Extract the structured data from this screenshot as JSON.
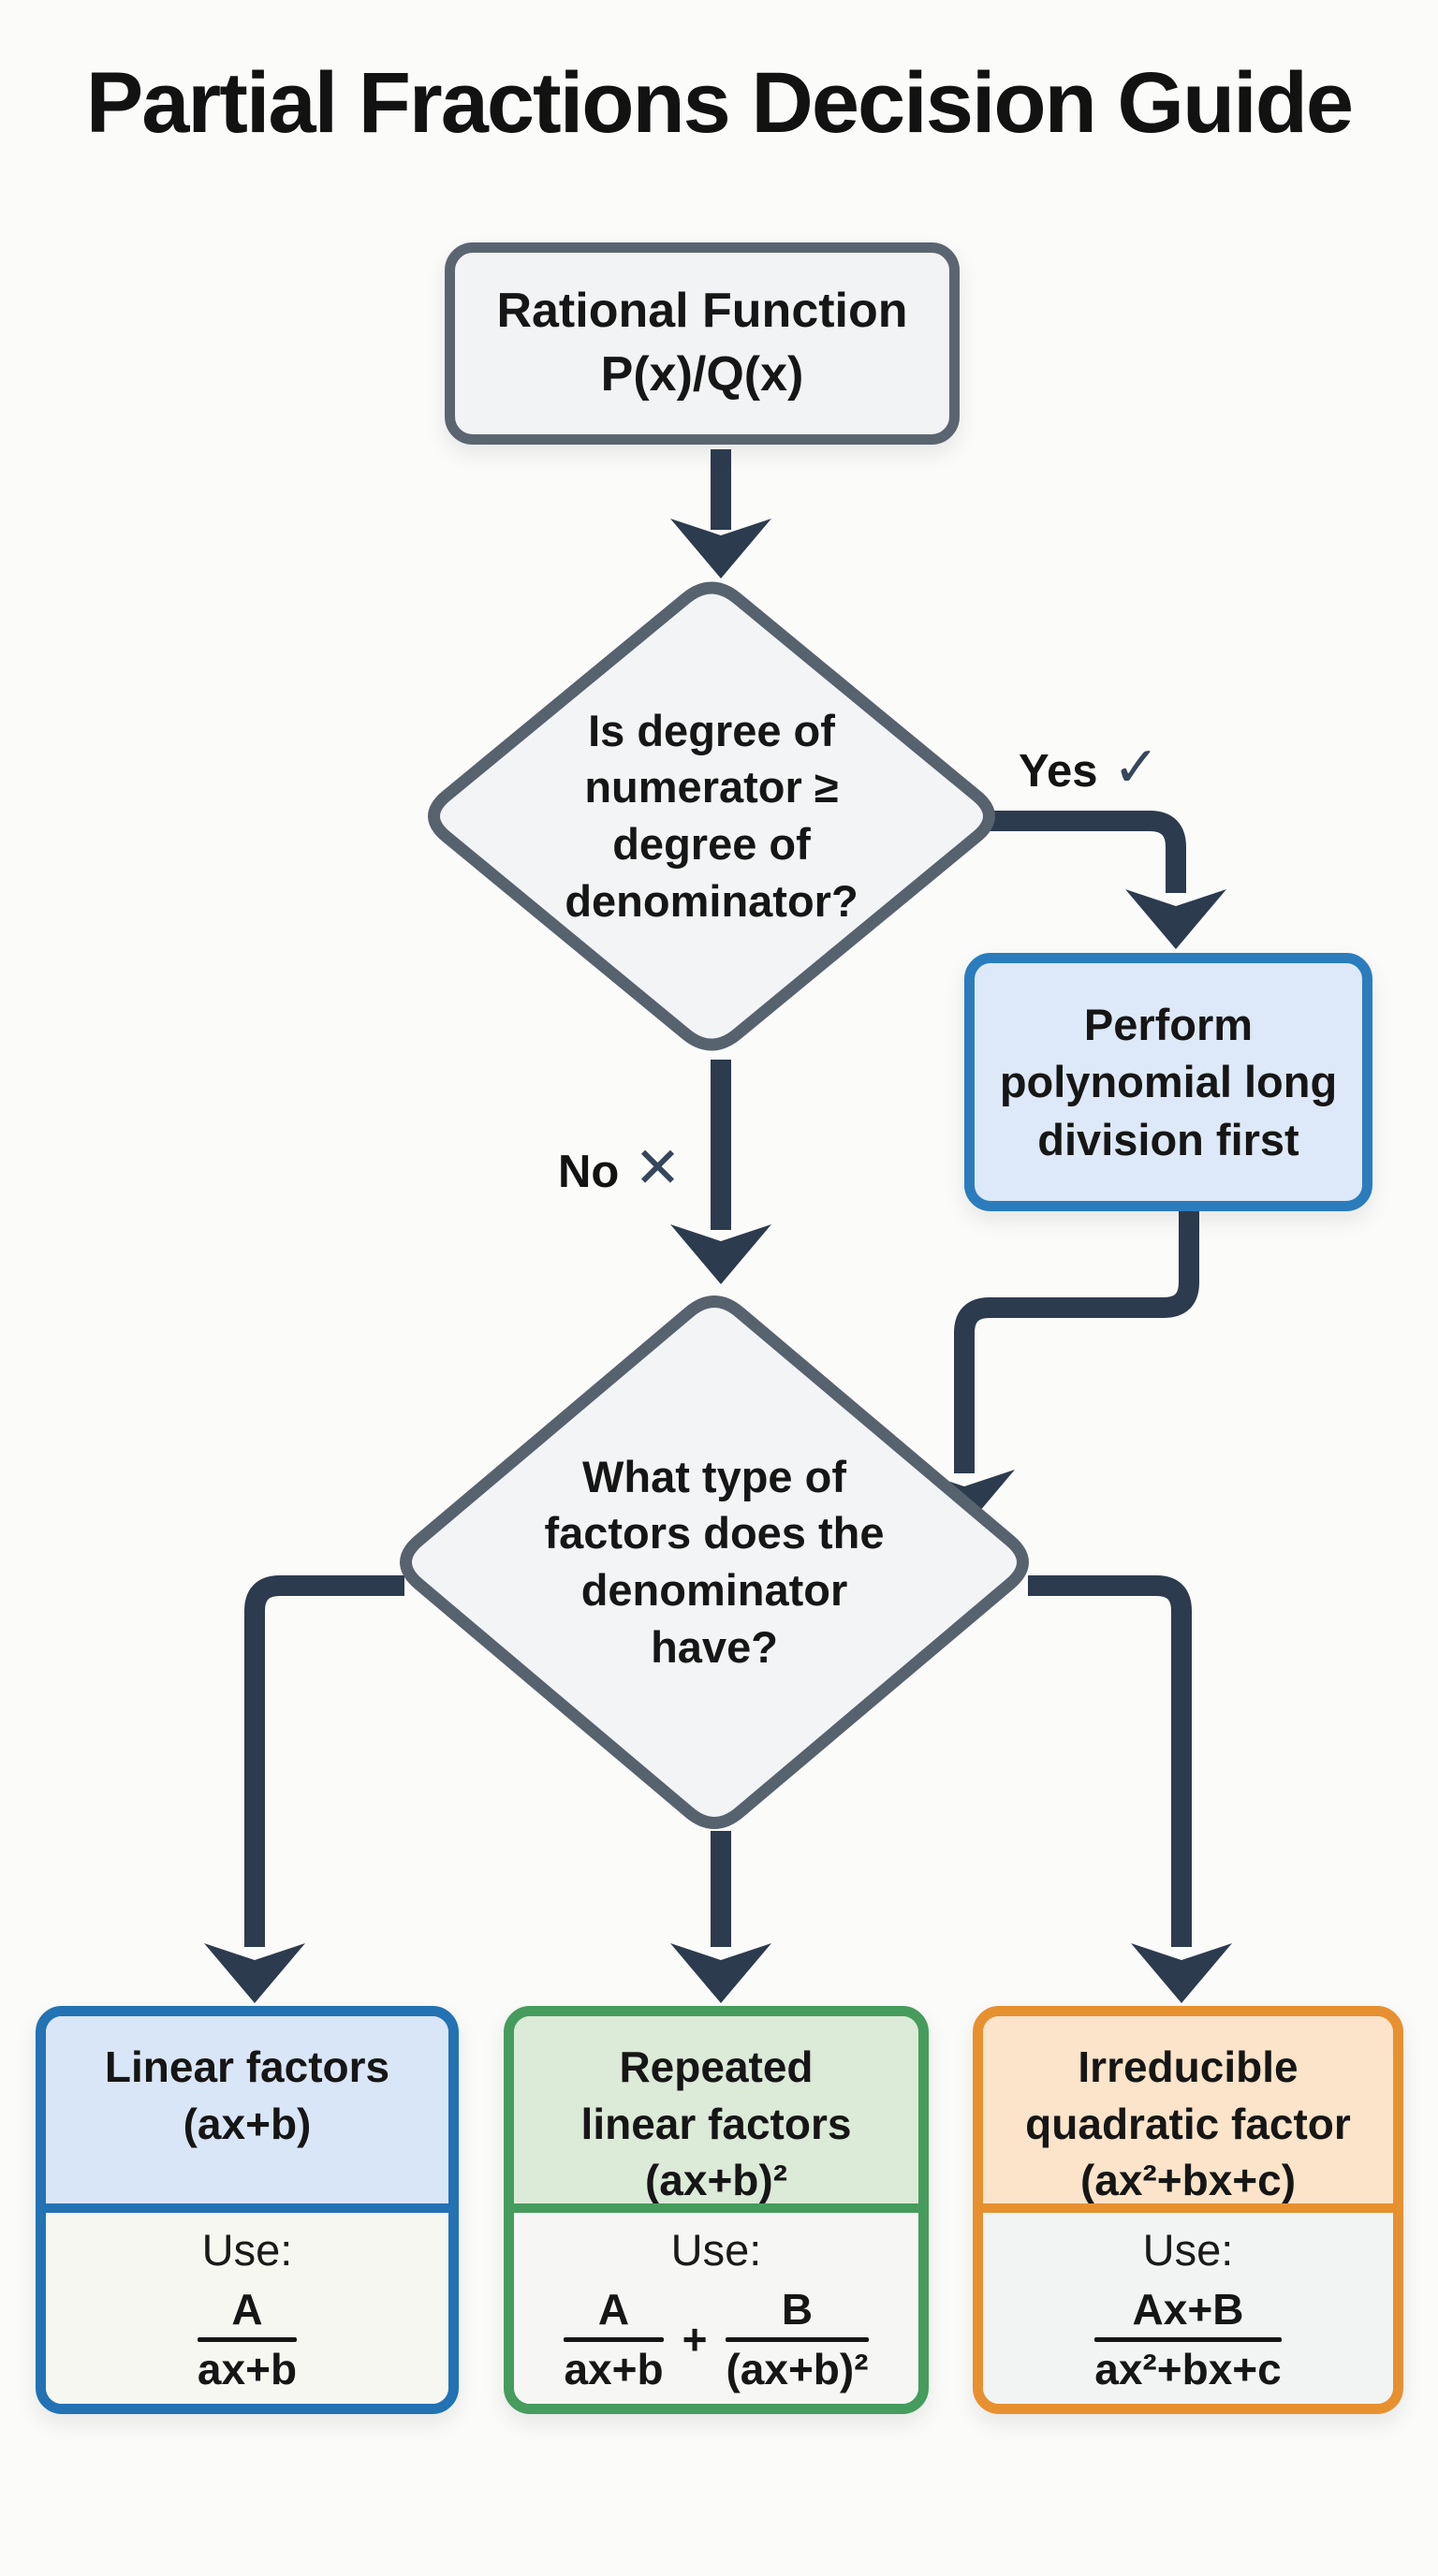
{
  "title": "Partial Fractions Decision Guide",
  "nodes": {
    "start": {
      "line1": "Rational Function",
      "line2": "P(x)/Q(x)"
    },
    "decision1": {
      "line1": "Is degree of",
      "line2": "numerator ≥",
      "line3": "degree of",
      "line4": "denominator?"
    },
    "division": {
      "line1": "Perform",
      "line2": "polynomial long",
      "line3": "division first"
    },
    "decision2": {
      "line1": "What type of",
      "line2": "factors does the",
      "line3": "denominator",
      "line4": "have?"
    }
  },
  "labels": {
    "yes": "Yes",
    "yes_icon": "✓",
    "no": "No",
    "no_icon": "✕"
  },
  "cards": {
    "linear": {
      "title_line1": "Linear factors",
      "title_line2": "(ax+b)",
      "use_label": "Use:",
      "fraction": {
        "num": "A",
        "den": "ax+b"
      }
    },
    "repeated": {
      "title_line1": "Repeated",
      "title_line2": "linear factors",
      "title_line3": "(ax+b)²",
      "use_label": "Use:",
      "fraction1": {
        "num": "A",
        "den": "ax+b"
      },
      "plus": "+",
      "fraction2": {
        "num": "B",
        "den": "(ax+b)²"
      }
    },
    "quadratic": {
      "title_line1": "Irreducible",
      "title_line2": "quadratic factor",
      "title_line3": "(ax²+bx+c)",
      "use_label": "Use:",
      "fraction": {
        "num": "Ax+B",
        "den": "ax²+bx+c"
      }
    }
  },
  "colors": {
    "background": "#fbfbf9",
    "connector": "#2c3b4e",
    "node_border": "#57626f",
    "node_fill": "#f2f4f6",
    "accent_blue": "#2b7cbd",
    "accent_blue_fill": "#dde9f8",
    "accent_green": "#469c5c",
    "accent_green_fill": "#dcead8",
    "accent_orange": "#e79030",
    "accent_orange_fill": "#fbe4c9"
  }
}
